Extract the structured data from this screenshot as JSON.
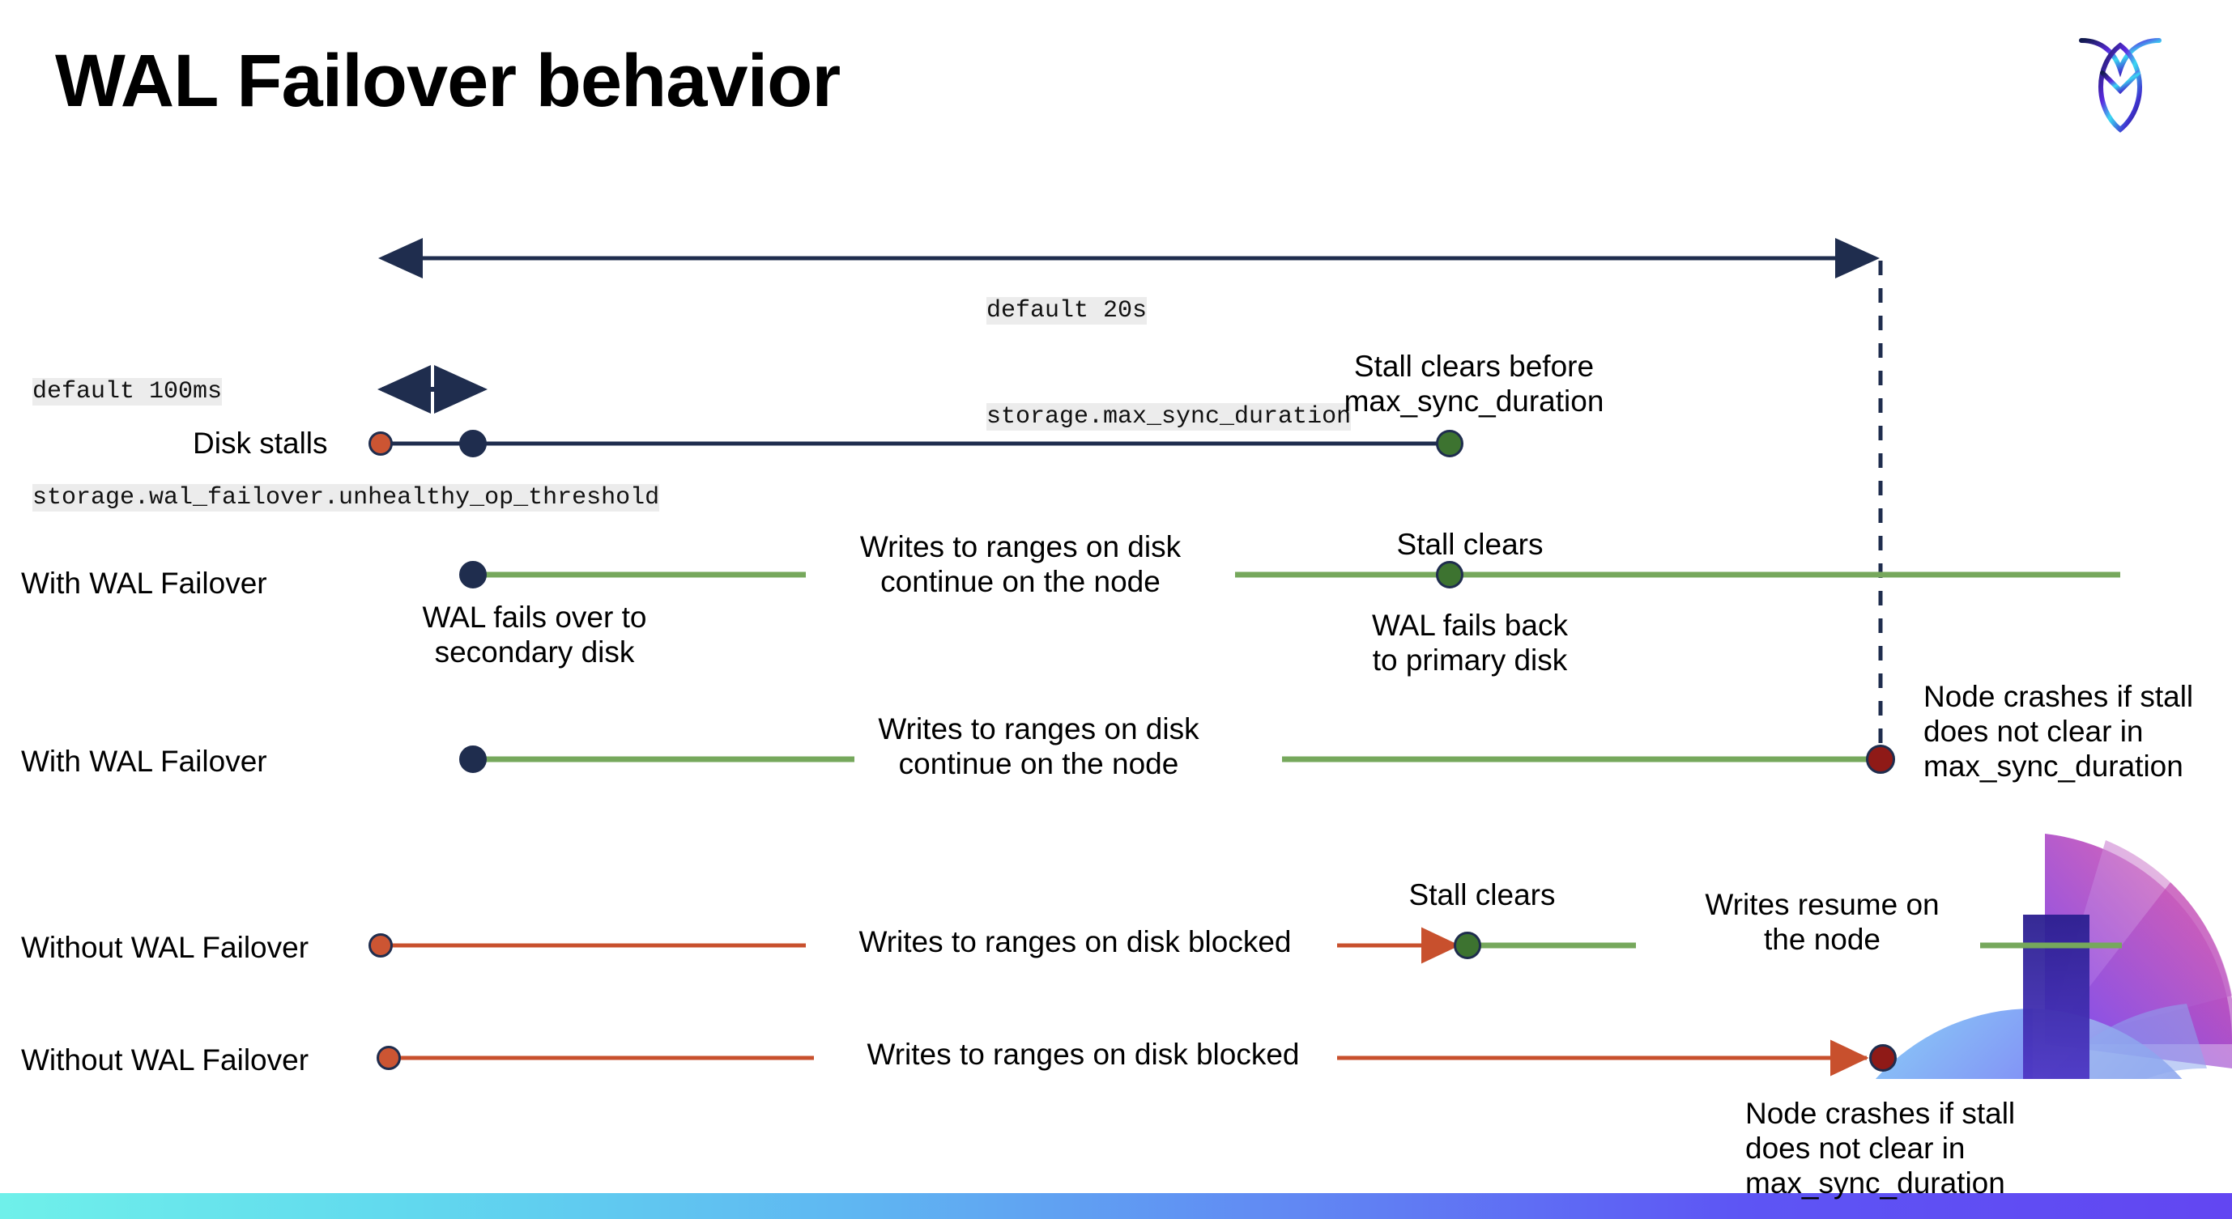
{
  "slide": {
    "title": "WAL Failover behavior",
    "logo_name": "cockroachdb-logo"
  },
  "colors": {
    "navy": "#1f2d4e",
    "green_line": "#76a85c",
    "green_dot": "#3d7330",
    "orange": "#c8502d",
    "orange_dot": "#cc5533",
    "darkred": "#8f1a17",
    "code_bg": "#ececec",
    "bar_gradient_start": "#6ff0ea",
    "bar_gradient_end": "#6246f2"
  },
  "annotations": {
    "max_sync": {
      "line1": "default 20s",
      "line2": "storage.max_sync_duration"
    },
    "unhealthy": {
      "line1": "default 100ms",
      "line2": "storage.wal_failover.unhealthy_op_threshold"
    }
  },
  "rows": [
    {
      "id": "disk-stalls",
      "label": "Disk stalls",
      "notes": [
        {
          "id": "stall-clears-before",
          "text": "Stall clears before\nmax_sync_duration"
        }
      ]
    },
    {
      "id": "with-wal-failover-1",
      "label": "With WAL Failover",
      "notes": [
        {
          "id": "wal-fails-over",
          "text": "WAL fails over to\nsecondary disk"
        },
        {
          "id": "writes-continue-1",
          "text": "Writes to ranges on disk\ncontinue on the node"
        },
        {
          "id": "stall-clears-1",
          "text": "Stall clears"
        },
        {
          "id": "wal-fails-back",
          "text": "WAL fails  back\nto primary disk"
        }
      ]
    },
    {
      "id": "with-wal-failover-2",
      "label": "With WAL Failover",
      "notes": [
        {
          "id": "writes-continue-2",
          "text": "Writes to ranges on disk\ncontinue on the node"
        },
        {
          "id": "node-crashes-1",
          "text": "Node crashes if stall\ndoes not clear in\nmax_sync_duration"
        }
      ]
    },
    {
      "id": "without-wal-failover-1",
      "label": "Without WAL Failover",
      "notes": [
        {
          "id": "writes-blocked-1",
          "text": "Writes to ranges on disk  blocked"
        },
        {
          "id": "stall-clears-2",
          "text": "Stall clears"
        },
        {
          "id": "writes-resume",
          "text": "Writes resume on\nthe node"
        }
      ]
    },
    {
      "id": "without-wal-failover-2",
      "label": "Without WAL Failover",
      "notes": [
        {
          "id": "writes-blocked-2",
          "text": "Writes to ranges on disk  blocked"
        },
        {
          "id": "node-crashes-2",
          "text": "Node crashes if stall\ndoes not clear in\nmax_sync_duration"
        }
      ]
    }
  ]
}
